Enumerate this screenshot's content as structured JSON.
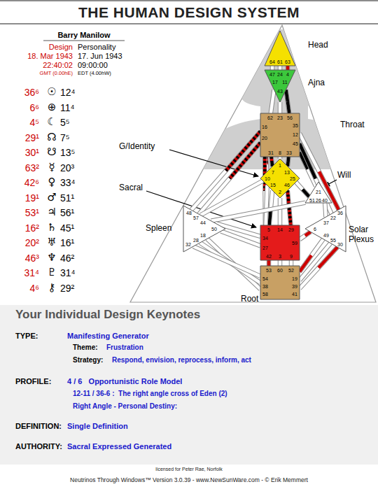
{
  "diagram": {
    "title": "THE HUMAN DESIGN SYSTEM",
    "nodes": [
      {
        "text": [
          "64",
          "61",
          "63"
        ]
      },
      {
        "text": [
          "47",
          "24",
          "4",
          "17",
          "11",
          "43"
        ]
      },
      {
        "text": [
          "62",
          "23",
          "56",
          "16",
          "20",
          "35",
          "12",
          "45",
          "31",
          "8",
          "33"
        ]
      },
      {
        "text": [
          "1",
          "7",
          "13",
          "10",
          "25",
          "15",
          "46",
          "2"
        ]
      },
      {
        "text": [
          "21",
          "51",
          "26",
          "40"
        ]
      },
      {
        "text": [
          "48",
          "57",
          "44",
          "50",
          "18",
          "28",
          "32"
        ]
      },
      {
        "text": [
          "36",
          "22",
          "37",
          "6",
          "49",
          "55",
          "30"
        ]
      },
      {
        "text": [
          "5",
          "14",
          "29",
          "34",
          "27",
          "59",
          "42",
          "3",
          "9"
        ]
      },
      {
        "text": [
          "53",
          "60",
          "52",
          "54",
          "38",
          "58",
          "19",
          "39",
          "41"
        ]
      }
    ],
    "edges": [
      {
        "from": 0,
        "to": 1,
        "arrow": "none"
      },
      {
        "from": 0,
        "to": 1,
        "arrow": "none"
      },
      {
        "from": 0,
        "to": 1,
        "arrow": "none"
      },
      {
        "from": 1,
        "to": 2,
        "arrow": "none"
      },
      {
        "from": 1,
        "to": 2,
        "arrow": "none"
      },
      {
        "from": 1,
        "to": 2,
        "arrow": "none"
      },
      {
        "from": 2,
        "to": 3,
        "arrow": "none"
      },
      {
        "from": 2,
        "to": 3,
        "arrow": "none"
      },
      {
        "from": 2,
        "to": 3,
        "arrow": "none"
      },
      {
        "from": 2,
        "to": 3,
        "arrow": "none"
      },
      {
        "from": 2,
        "to": 4,
        "arrow": "none"
      },
      {
        "from": 2,
        "to": 5,
        "arrow": "none"
      },
      {
        "from": 2,
        "to": 5,
        "arrow": "none"
      },
      {
        "from": 2,
        "to": 6,
        "arrow": "none"
      },
      {
        "from": 2,
        "to": 6,
        "arrow": "none"
      },
      {
        "from": 2,
        "to": 7,
        "arrow": "none"
      },
      {
        "from": 3,
        "to": 4,
        "arrow": "none"
      },
      {
        "from": 3,
        "to": 5,
        "arrow": "none"
      },
      {
        "from": 3,
        "to": 7,
        "arrow": "none"
      },
      {
        "from": 3,
        "to": 7,
        "arrow": "none"
      },
      {
        "from": 3,
        "to": 7,
        "arrow": "none"
      },
      {
        "from": 3,
        "to": 7,
        "arrow": "none"
      },
      {
        "from": 4,
        "to": 5,
        "arrow": "none"
      },
      {
        "from": 4,
        "to": 6,
        "arrow": "none"
      },
      {
        "from": 5,
        "to": 7,
        "arrow": "none"
      },
      {
        "from": 5,
        "to": 7,
        "arrow": "none"
      },
      {
        "from": 7,
        "to": 6,
        "arrow": "none"
      },
      {
        "from": 7,
        "to": 8,
        "arrow": "none"
      },
      {
        "from": 7,
        "to": 8,
        "arrow": "none"
      },
      {
        "from": 7,
        "to": 8,
        "arrow": "none"
      },
      {
        "from": 5,
        "to": 8,
        "arrow": "none"
      },
      {
        "from": 5,
        "to": 8,
        "arrow": "none"
      },
      {
        "from": 5,
        "to": 8,
        "arrow": "none"
      },
      {
        "from": 6,
        "to": 8,
        "arrow": "none"
      },
      {
        "from": 6,
        "to": 8,
        "arrow": "none"
      },
      {
        "from": 6,
        "to": 8,
        "arrow": "none"
      }
    ],
    "labels": [
      "Barry Manilow",
      "Design",
      "Personality",
      "18. Mar 1943",
      "17. Jun 1943",
      "22:40:02",
      "09:00:00",
      "GMT (0.00hE)",
      "EDT (4.00hW)",
      "36⁶",
      "☉",
      "12⁴",
      "6⁶",
      "⊕",
      "11⁴",
      "4⁵",
      "☾",
      "5⁵",
      "29¹",
      "☊",
      "7⁵",
      "30¹",
      "☋",
      "13⁵",
      "63²",
      "☿",
      "20³",
      "42⁶",
      "♀",
      "33⁴",
      "19¹",
      "♂",
      "51¹",
      "53¹",
      "♃",
      "56¹",
      "16²",
      "♄",
      "45¹",
      "20²",
      "♅",
      "16¹",
      "46³",
      "♆",
      "46²",
      "31⁴",
      "♇",
      "31⁴",
      "4⁶",
      "⚷",
      "29²",
      "Head",
      "Ajna",
      "Throat",
      "G/Identity",
      "Will",
      "Sacral",
      "Spleen",
      "Solar Plexus",
      "Root",
      "Your Individual Design Keynotes",
      "TYPE:",
      "Manifesting Generator",
      "Theme:",
      "Frustration",
      "Strategy:",
      "Respond, envision, reprocess, inform, act",
      "PROFILE:",
      "4 / 6   Opportunistic Role Model",
      "12-11 / 36-6 :  The right angle cross of Eden (2)",
      "Right Angle - Personal Destiny:",
      "DEFINITION:",
      "Single Definition",
      "AUTHORITY:",
      "Sacral Expressed Generated",
      "licensed for Peter Rae, Norfolk",
      "Neutrinos Through Windows™ Version 3.0.39 - www.NewSunWare.com - © Erik Memmert"
    ]
  }
}
